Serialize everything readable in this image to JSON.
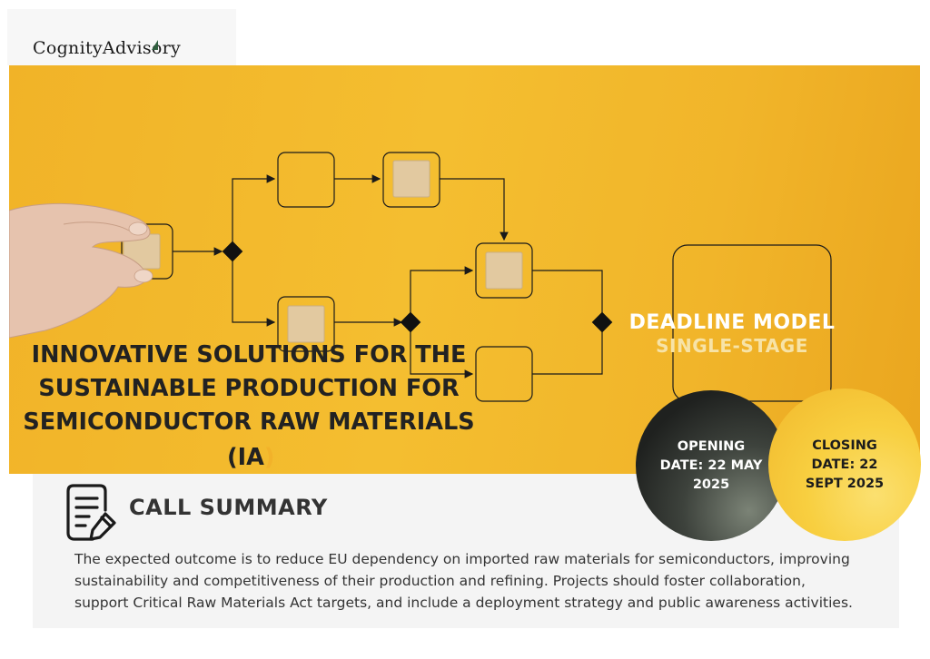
{
  "logo": {
    "text": "CognityAdvisory"
  },
  "banner": {
    "title": "INNOVATIVE SOLUTIONS FOR THE\nSUSTAINABLE PRODUCTION FOR\nSEMICONDUCTOR RAW MATERIALS",
    "title_suffix": "(IA",
    "title_suffix_paren": ")",
    "deadline_label": "DEADLINE MODEL",
    "deadline_value": "SINGLE-STAGE"
  },
  "dates": {
    "opening": "OPENING\nDATE: 22 MAY\n2025",
    "closing": "CLOSING\nDATE:  22\nSEPT 2025"
  },
  "summary": {
    "heading": "CALL SUMMARY",
    "body": "The expected outcome is to reduce EU dependency on imported raw materials for semiconductors, improving sustainability and competitiveness of their production and refining. Projects should foster collaboration, support Critical Raw Materials Act targets, and include a deployment strategy and public awareness activities."
  },
  "colors": {
    "banner_yellow": "#f4be30",
    "text_dark": "#222222",
    "opening_circle": "#2a2d29",
    "closing_circle": "#f8cf40"
  },
  "icons": {
    "summary": "document-edit-icon"
  }
}
